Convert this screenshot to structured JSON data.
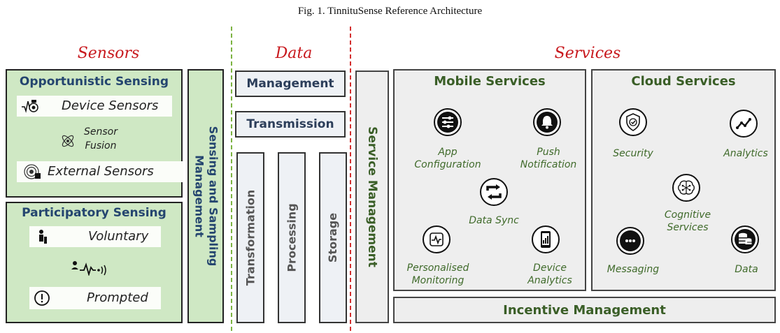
{
  "caption": "Fig. 1. TinnituSense Reference Architecture",
  "sections": {
    "sensors": "Sensors",
    "data": "Data",
    "services": "Services"
  },
  "colors": {
    "section_title": "#c8191e",
    "green_divider": "#7cb342",
    "red_divider": "#d32f2f",
    "green_fill": "#cfe8c4",
    "blue_text": "#24456f",
    "green_text": "#3a5e27"
  },
  "opportunistic": {
    "title": "Opportunistic Sensing",
    "device_sensors": "Device Sensors",
    "sensor_fusion_line1": "Sensor",
    "sensor_fusion_line2": "Fusion",
    "external_sensors": "External Sensors"
  },
  "participatory": {
    "title": "Participatory Sensing",
    "voluntary": "Voluntary",
    "prompted": "Prompted"
  },
  "sensing_mgmt": {
    "line1": "Sensing and Sampling",
    "line2": "Management"
  },
  "data": {
    "management": "Management",
    "transmission": "Transmission",
    "transformation": "Transformation",
    "processing": "Processing",
    "storage": "Storage"
  },
  "service_management": "Service Management",
  "mobile": {
    "title": "Mobile Services",
    "app_config_line1": "App",
    "app_config_line2": "Configuration",
    "push_line1": "Push",
    "push_line2": "Notification",
    "data_sync": "Data Sync",
    "monitoring_line1": "Personalised",
    "monitoring_line2": "Monitoring",
    "device_analytics_line1": "Device",
    "device_analytics_line2": "Analytics"
  },
  "cloud": {
    "title": "Cloud Services",
    "security": "Security",
    "analytics": "Analytics",
    "cognitive_line1": "Cognitive",
    "cognitive_line2": "Services",
    "messaging": "Messaging",
    "data": "Data"
  },
  "incentive": "Incentive Management",
  "icons": [
    "phone-sensor-icon",
    "atom-icon",
    "radar-icon",
    "person-icon",
    "person-signal-icon",
    "exclamation-icon",
    "sliders-icon",
    "bell-icon",
    "sync-icon",
    "heartbeat-icon",
    "phone-chart-icon",
    "shield-check-icon",
    "trend-line-icon",
    "brain-icon",
    "chat-bubble-icon",
    "database-icon"
  ]
}
